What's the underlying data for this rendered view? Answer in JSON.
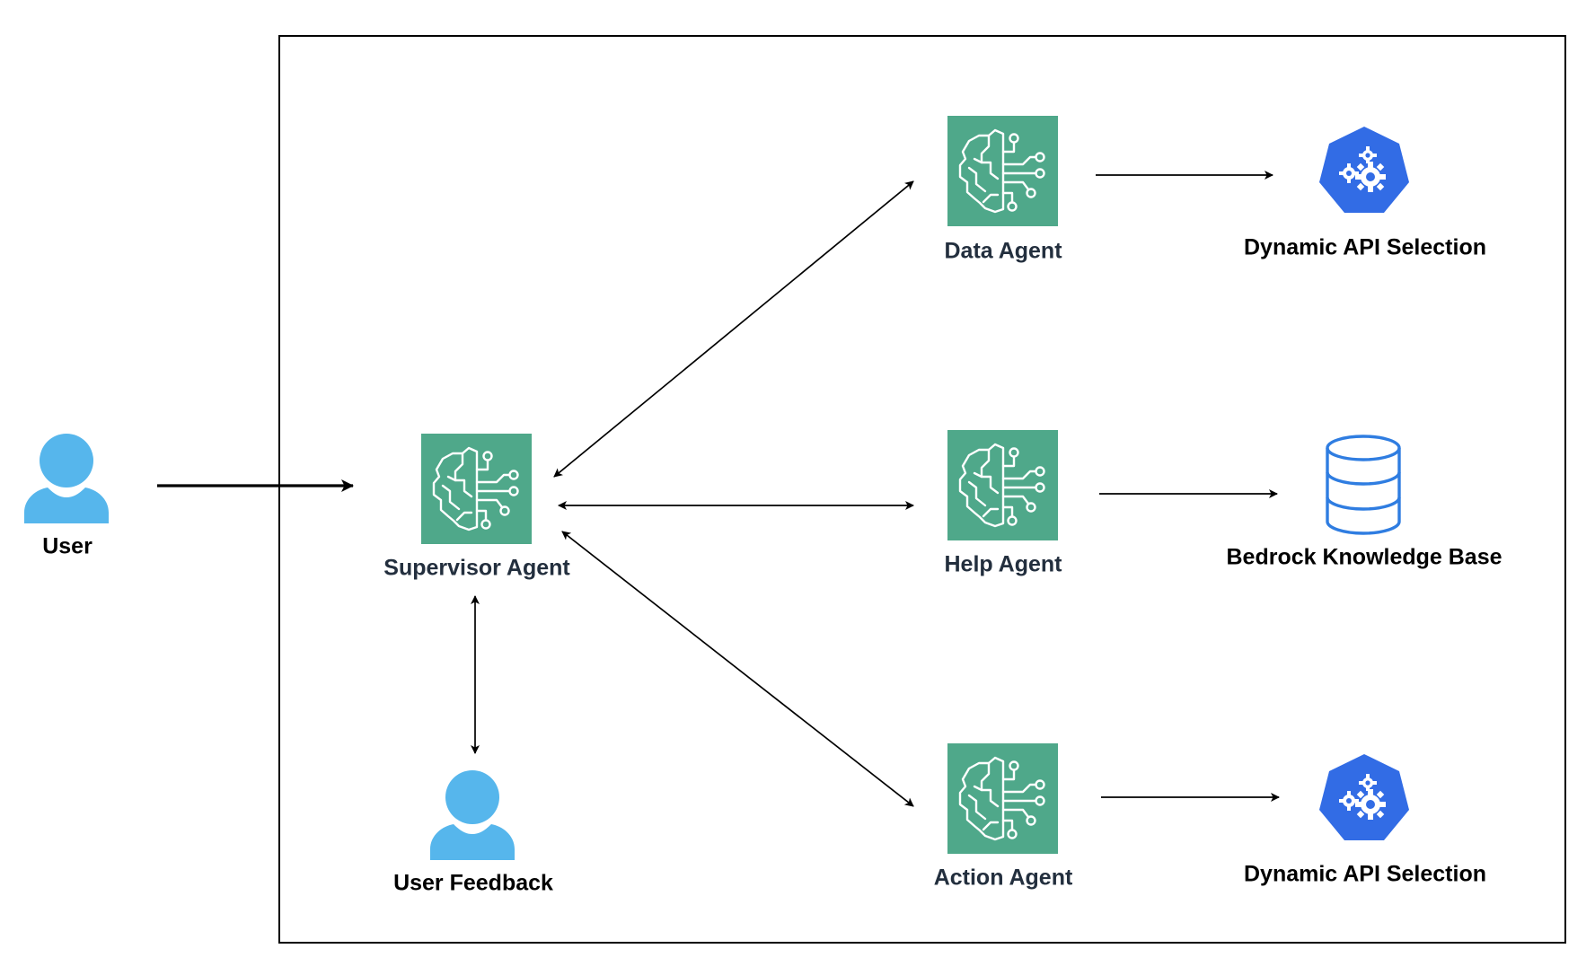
{
  "nodes": {
    "user": {
      "label": "User",
      "icon": "person-icon"
    },
    "supervisor": {
      "label": "Supervisor Agent",
      "icon": "ai-brain-icon"
    },
    "user_feedback": {
      "label": "User Feedback",
      "icon": "person-icon"
    },
    "data_agent": {
      "label": "Data Agent",
      "icon": "ai-brain-icon"
    },
    "help_agent": {
      "label": "Help Agent",
      "icon": "ai-brain-icon"
    },
    "action_agent": {
      "label": "Action Agent",
      "icon": "ai-brain-icon"
    },
    "api_top": {
      "label": "Dynamic API Selection",
      "icon": "kubernetes-gear-icon"
    },
    "knowledge_base": {
      "label": "Bedrock Knowledge Base",
      "icon": "database-icon"
    },
    "api_bottom": {
      "label": "Dynamic API Selection",
      "icon": "kubernetes-gear-icon"
    }
  },
  "edges": [
    {
      "from": "user",
      "to": "supervisor",
      "direction": "one-way"
    },
    {
      "from": "supervisor",
      "to": "data_agent",
      "direction": "two-way"
    },
    {
      "from": "supervisor",
      "to": "help_agent",
      "direction": "two-way"
    },
    {
      "from": "supervisor",
      "to": "action_agent",
      "direction": "two-way"
    },
    {
      "from": "supervisor",
      "to": "user_feedback",
      "direction": "two-way"
    },
    {
      "from": "data_agent",
      "to": "api_top",
      "direction": "one-way"
    },
    {
      "from": "help_agent",
      "to": "knowledge_base",
      "direction": "one-way"
    },
    {
      "from": "action_agent",
      "to": "api_bottom",
      "direction": "one-way"
    }
  ],
  "colors": {
    "agent_tile": "#4fa88a",
    "person": "#56b6ec",
    "kubernetes_blue": "#326ce5",
    "database_blue": "#2f7de1",
    "agent_label": "#232f3e",
    "label": "#000000"
  }
}
